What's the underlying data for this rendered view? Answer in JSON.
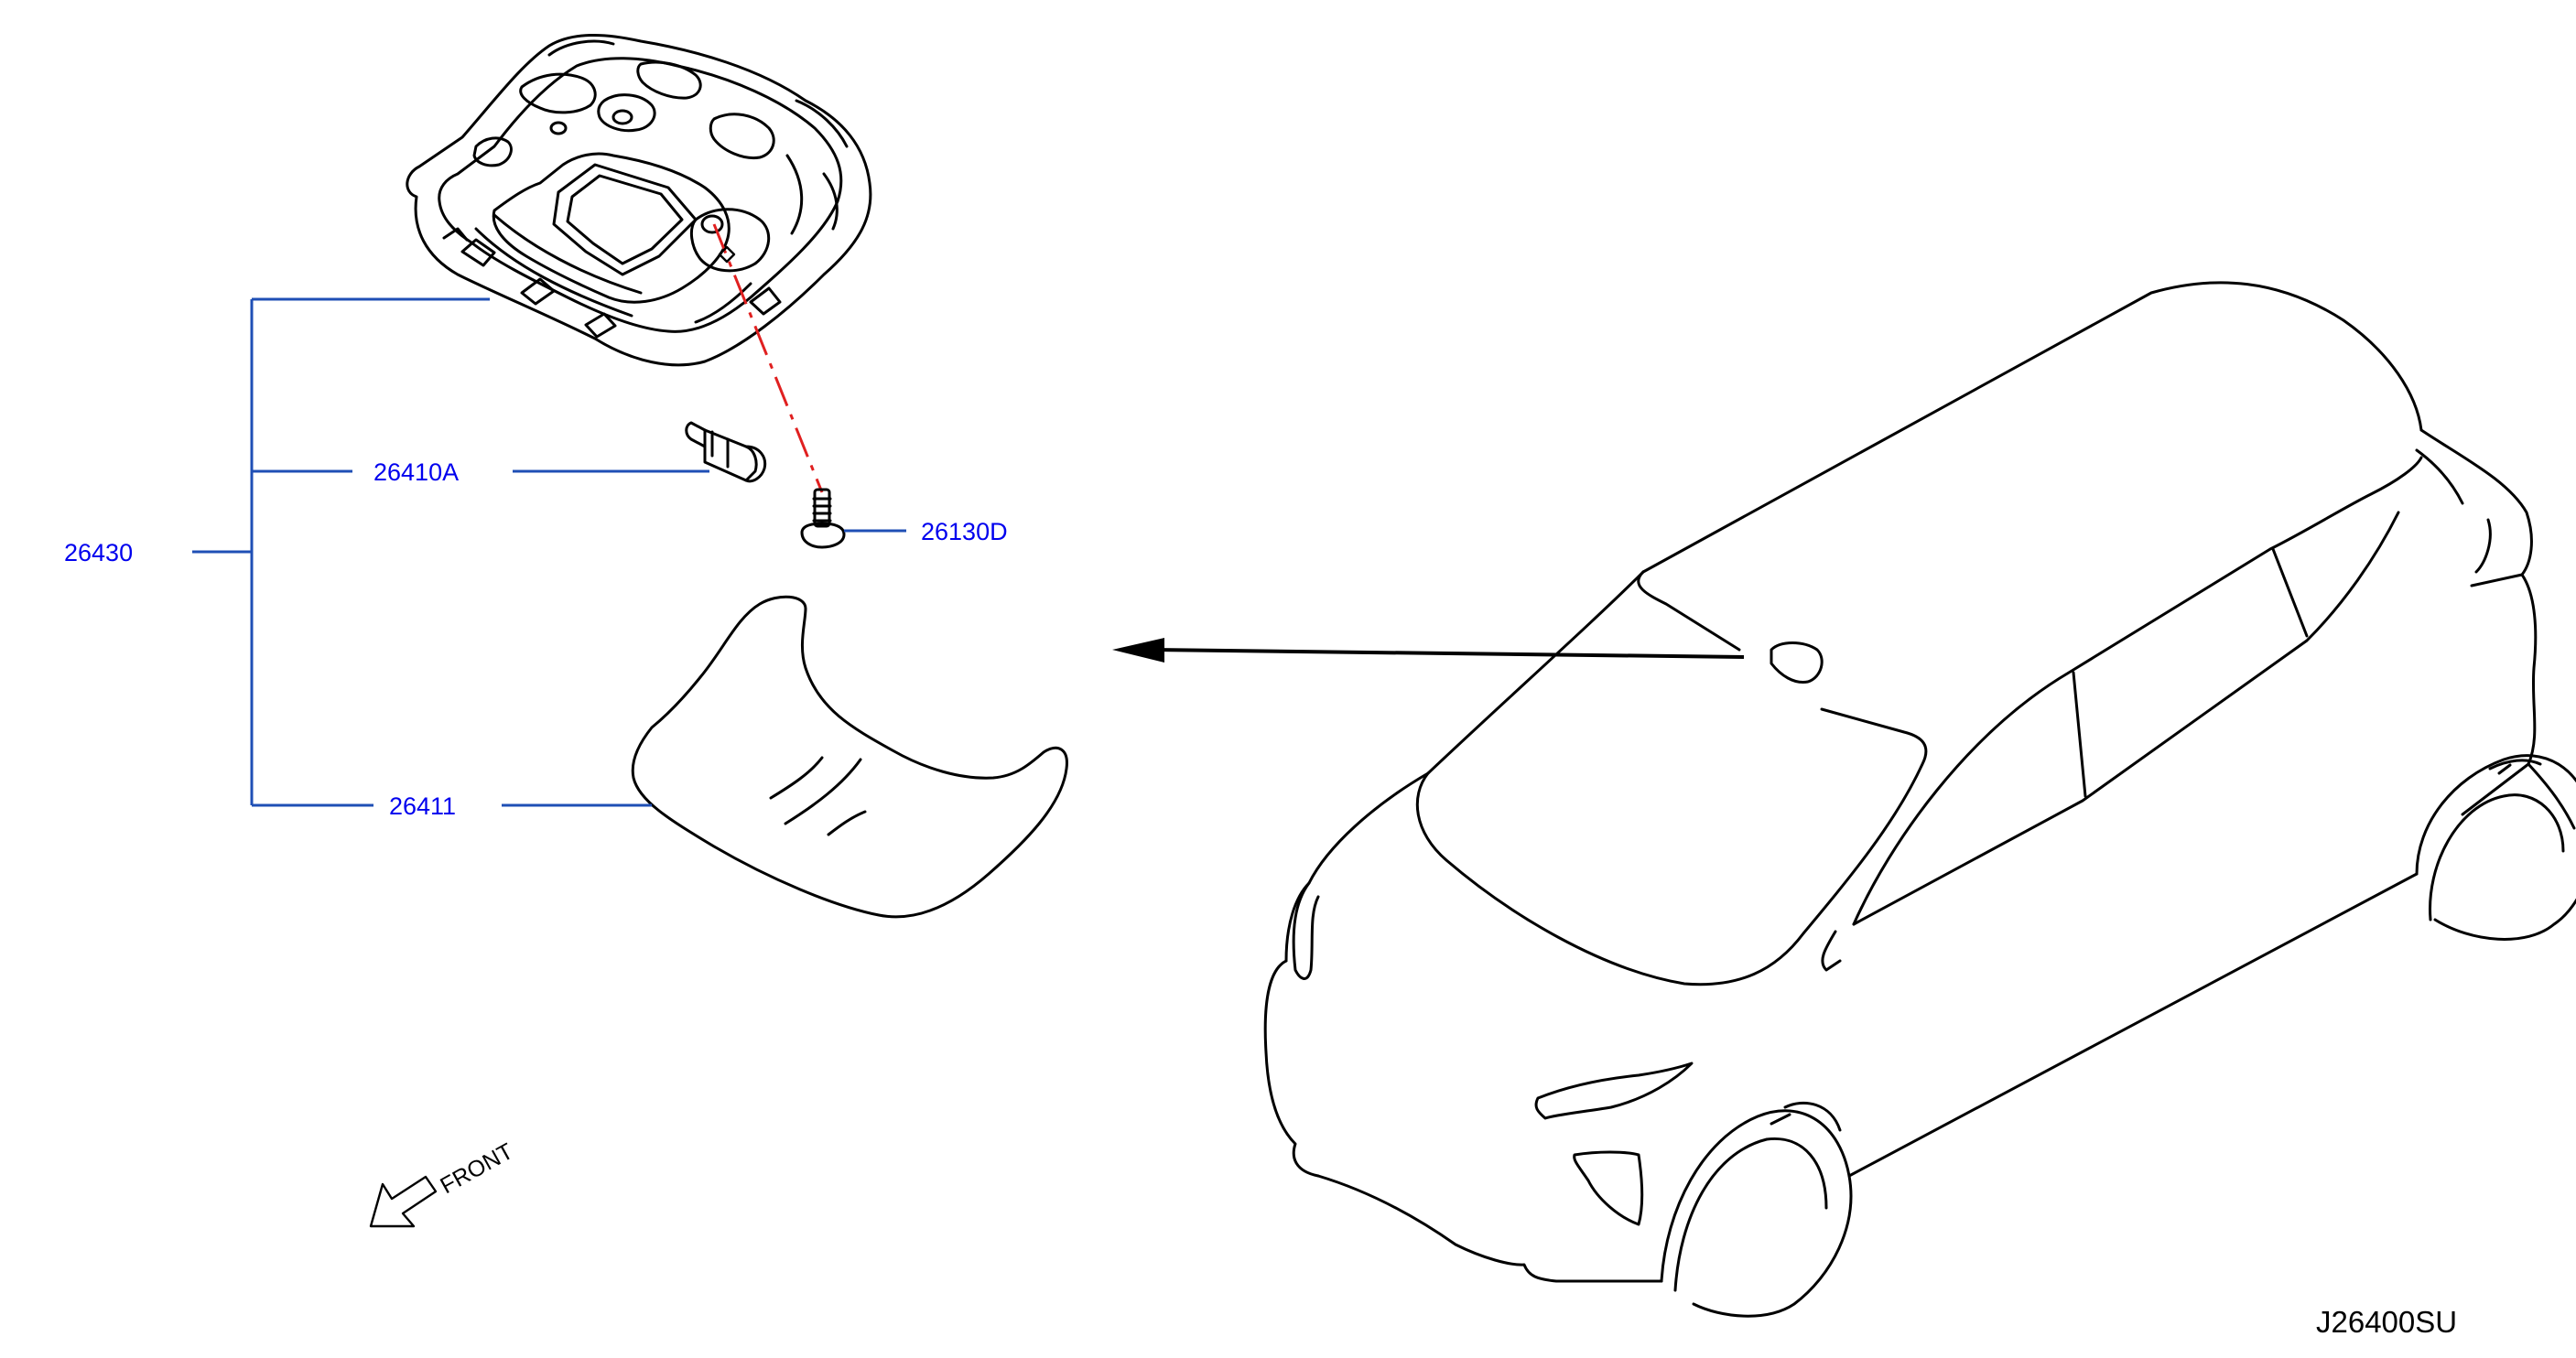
{
  "labels": {
    "assembly": "26430",
    "bulb": "26410A",
    "screw": "26130D",
    "lens": "26411",
    "direction": "FRONT",
    "diagram_code": "J26400SU"
  },
  "colors": {
    "label_blue": "#0000ee",
    "leader_blue": "#1f4fb5",
    "dashed_red": "#e02020",
    "ink": "#000000"
  }
}
